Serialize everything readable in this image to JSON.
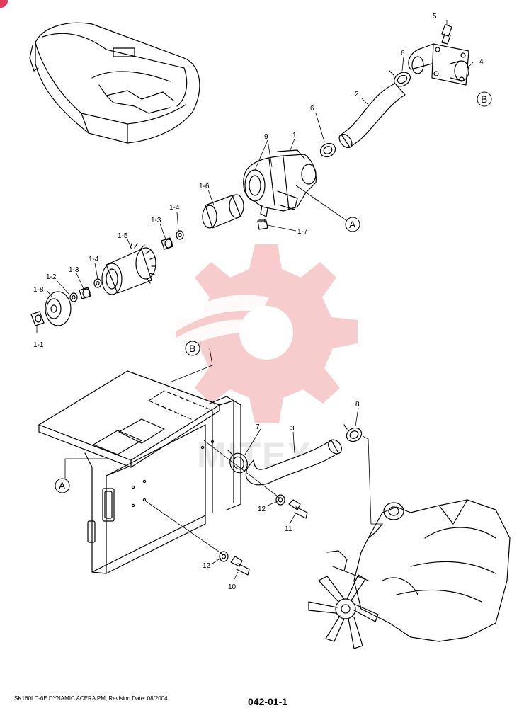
{
  "footer": {
    "model_revision": "SK160LC-6E DYNAMIC ACERA PM, Revision Date: 08/2004",
    "page_number": "042-01-1"
  },
  "watermark": {
    "text": "MITEX",
    "color": "#f2a3a3"
  },
  "corner_badge": {
    "color": "#e03a5a"
  },
  "callouts": {
    "c1": "1",
    "c1_1": "1-1",
    "c1_2": "1-2",
    "c1_3a": "1-3",
    "c1_3b": "1-3",
    "c1_4a": "1-4",
    "c1_4b": "1-4",
    "c1_5": "1-5",
    "c1_6": "1-6",
    "c1_7": "1-7",
    "c1_8": "1-8",
    "c2": "2",
    "c3": "3",
    "c4": "4",
    "c5": "5",
    "c6a": "6",
    "c6b": "6",
    "c7": "7",
    "c8": "8",
    "c9": "9",
    "c10": "10",
    "c11": "11",
    "c12a": "12",
    "c12b": "12"
  },
  "refs": {
    "a1": "A",
    "a2": "A",
    "b1": "B",
    "b2": "B"
  }
}
